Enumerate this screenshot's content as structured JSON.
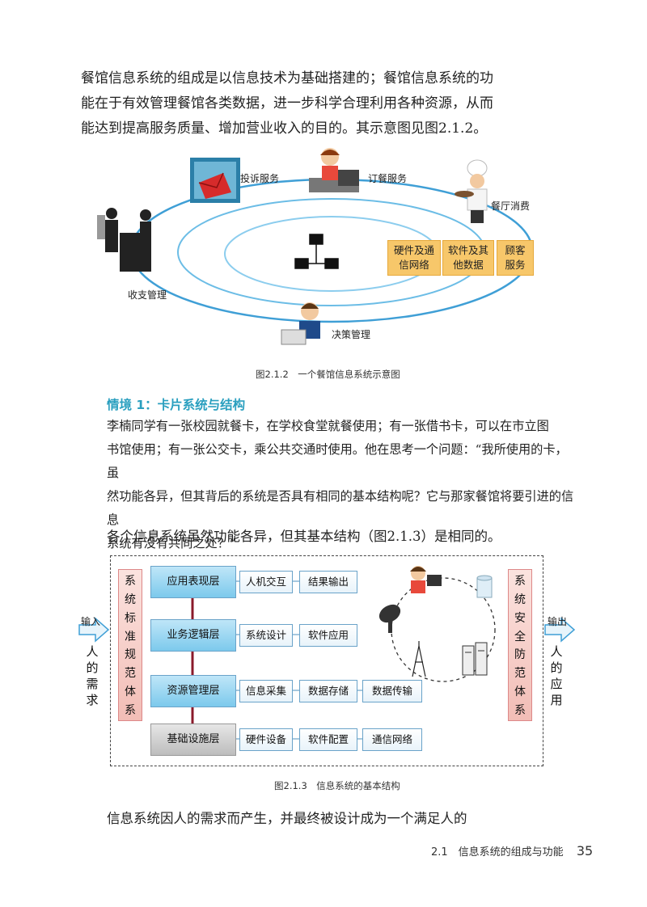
{
  "intro": {
    "lines": [
      "餐馆信息系统的组成是以信息技术为基础搭建的；餐馆信息系统的功",
      "能在于有效管理餐馆各类数据，进一步科学合理利用各种资源，从而",
      "能达到提高服务质量、增加营业收入的目的。其示意图见图2.1.2。"
    ]
  },
  "figure1": {
    "labels": {
      "complaint": "投诉服务",
      "ordering": "订餐服务",
      "dining": "餐厅消费",
      "cashier": "收支管理",
      "decision": "决策管理"
    },
    "boxes": [
      [
        "硬件及通",
        "信网络"
      ],
      [
        "软件及其",
        "他数据"
      ],
      [
        "顾客",
        "服务"
      ]
    ],
    "caption": "图2.1.2　一个餐馆信息系统示意图"
  },
  "scenario": {
    "title": "情境 1：卡片系统与结构",
    "lines": [
      "李楠同学有一张校园就餐卡，在学校食堂就餐使用；有一张借书卡，可以在市立图",
      "书馆使用；有一张公交卡，乘公共交通时使用。他在思考一个问题：“我所使用的卡，虽",
      "然功能各异，但其背后的系统是否具有相同的基本结构呢？它与那家餐馆将要引进的信息",
      "系统有没有共同之处？”"
    ]
  },
  "para2": "各个信息系统虽然功能各异，但其基本结构（图2.1.3）是相同的。",
  "figure2": {
    "input_label": "输入",
    "output_label": "输出",
    "left_side": [
      "人",
      "的",
      "需",
      "求"
    ],
    "right_side": [
      "人",
      "的",
      "应",
      "用"
    ],
    "left_vertical": [
      "系",
      "统",
      "标",
      "准",
      "规",
      "范",
      "体",
      "系"
    ],
    "right_vertical": [
      "系",
      "统",
      "安",
      "全",
      "防",
      "范",
      "体",
      "系"
    ],
    "layers": [
      {
        "name": "应用表现层",
        "items": [
          "人机交互",
          "结果输出"
        ]
      },
      {
        "name": "业务逻辑层",
        "items": [
          "系统设计",
          "软件应用"
        ]
      },
      {
        "name": "资源管理层",
        "items": [
          "信息采集",
          "数据存储",
          "数据传输"
        ]
      },
      {
        "name": "基础设施层",
        "items": [
          "硬件设备",
          "软件配置",
          "通信网络"
        ]
      }
    ],
    "caption": "图2.1.3　信息系统的基本结构"
  },
  "para3": "信息系统因人的需求而产生，并最终被设计成为一个满足人的",
  "footer": {
    "section": "2.1　信息系统的组成与功能",
    "page": "35"
  },
  "colors": {
    "scenario_title": "#2a9fbf",
    "orbit": "#4aa8d8",
    "box_yellow": "#f7c76a",
    "layer_blue": "#7cc9ec",
    "layer_gray": "#bdbdbd",
    "side_pink": "#f2bdb6"
  }
}
